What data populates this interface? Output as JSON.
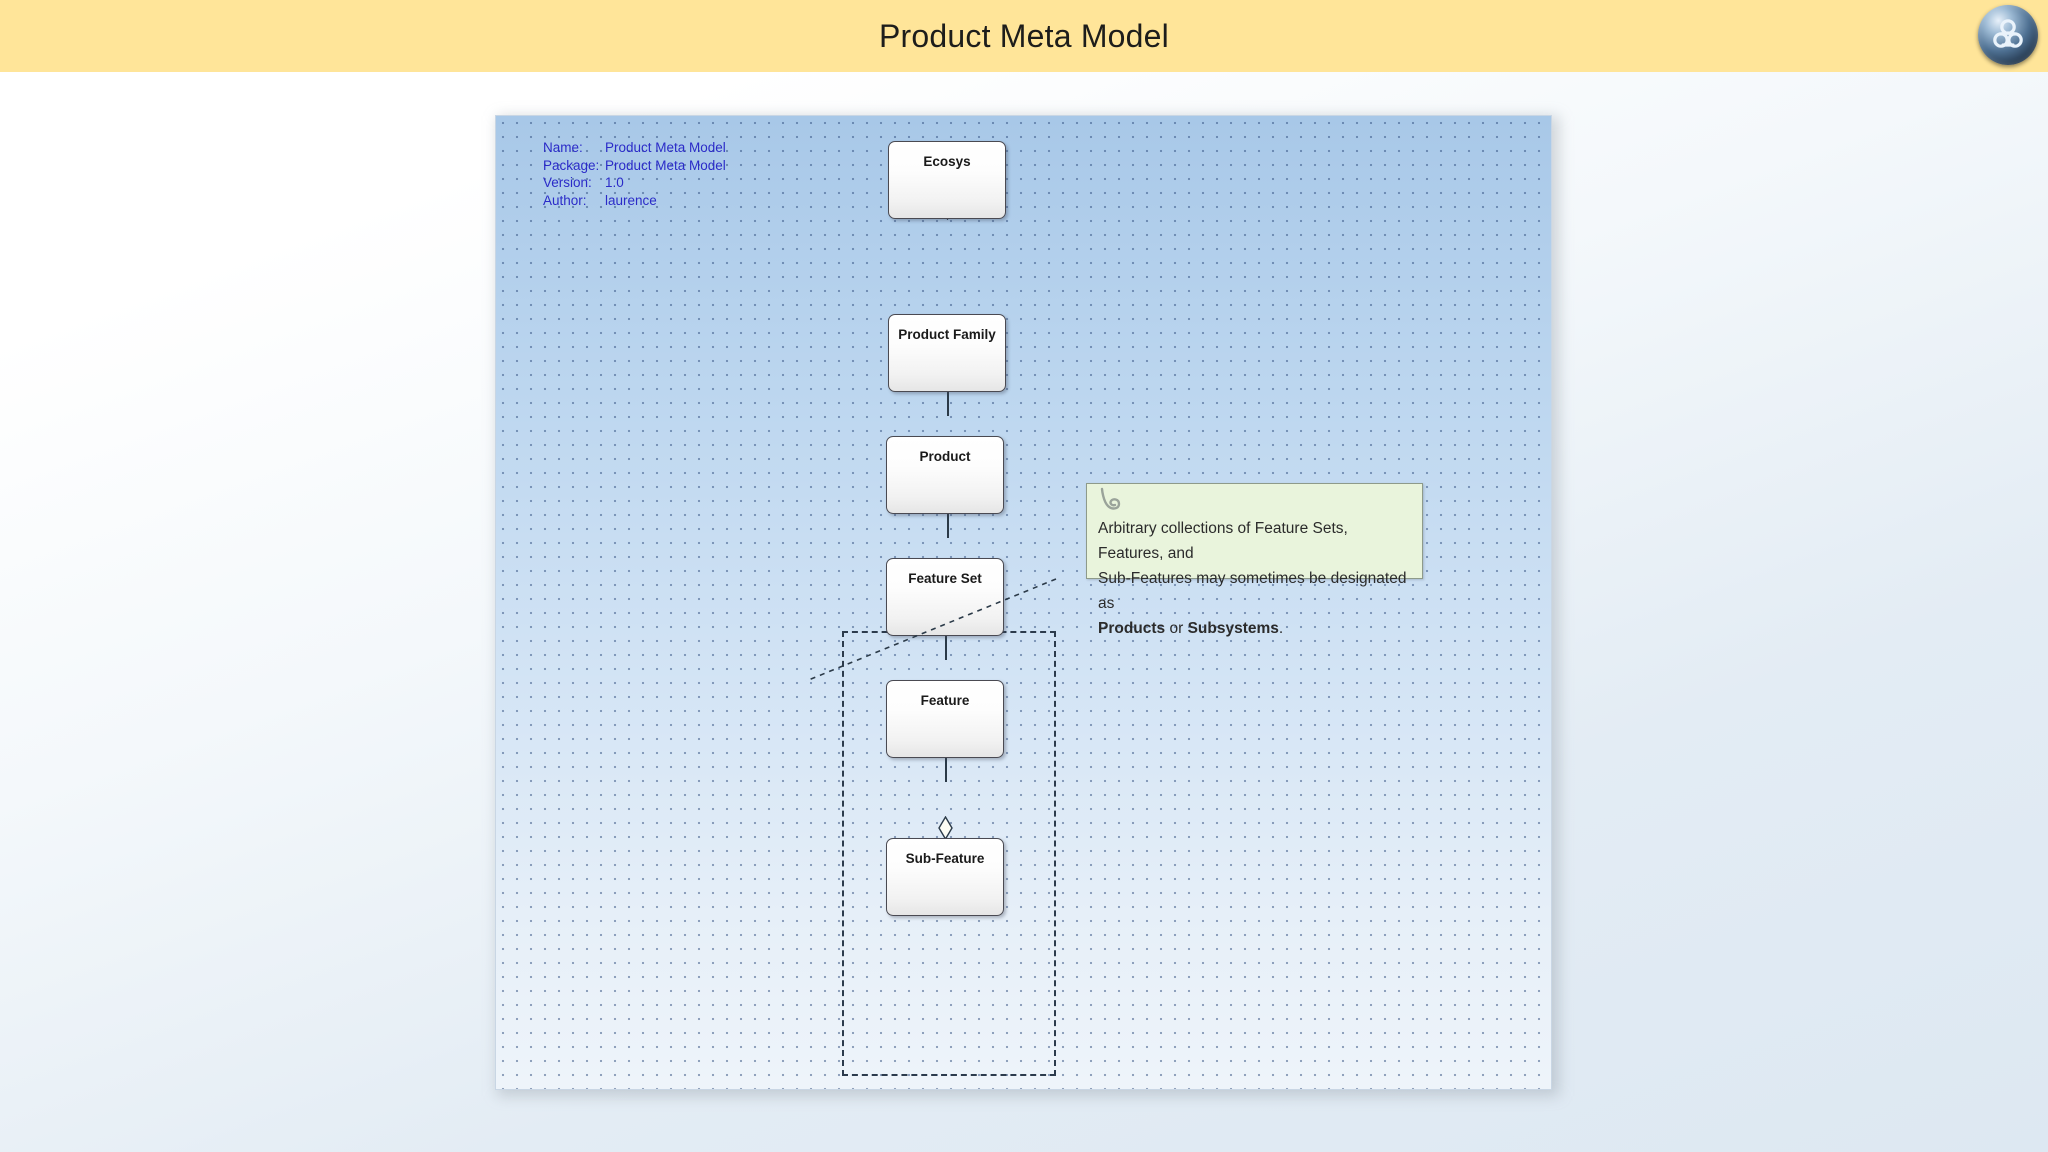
{
  "header": {
    "title": "Product Meta Model",
    "logo_icon": "sparx-ea-orb-icon",
    "bg_color": "#ffe599"
  },
  "diagram": {
    "metadata": [
      {
        "key": "Name:",
        "value": "Product Meta Model"
      },
      {
        "key": "Package:",
        "value": "Product Meta Model"
      },
      {
        "key": "Version:",
        "value": "1.0"
      },
      {
        "key": "Author:",
        "value": "laurence"
      }
    ],
    "nodes": [
      {
        "label": "Ecosys"
      },
      {
        "label": "Product Family"
      },
      {
        "label": "Product"
      },
      {
        "label": "Feature  Set"
      },
      {
        "label": "Feature"
      },
      {
        "label": "Sub-Feature"
      }
    ],
    "note": {
      "line1": "Arbitrary collections of Feature Sets, Features, and",
      "line2": "Sub-Features may sometimes be designated as",
      "bold1": "Products",
      "mid": " or ",
      "bold2": "Subsystems",
      "end": ".",
      "icon": "paperclip-icon",
      "bg_color": "#e9f4dc"
    },
    "canvas_bg_color": "#bcd6ef",
    "connector_type": "aggregation-diamond"
  }
}
